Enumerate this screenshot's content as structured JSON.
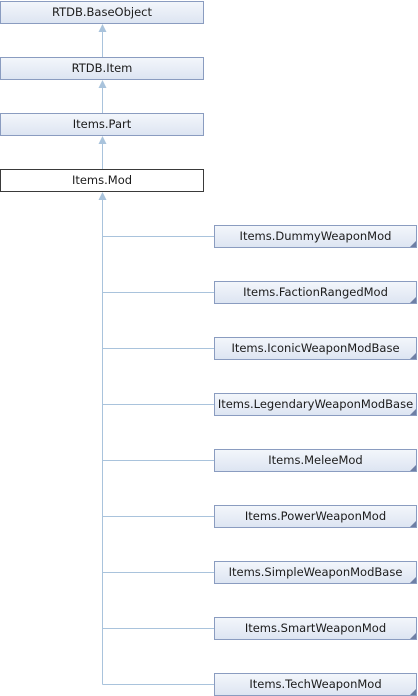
{
  "diagram": {
    "ancestors": [
      {
        "label": "RTDB.BaseObject"
      },
      {
        "label": "RTDB.Item"
      },
      {
        "label": "Items.Part"
      }
    ],
    "current": {
      "label": "Items.Mod"
    },
    "children": [
      {
        "label": "Items.DummyWeaponMod"
      },
      {
        "label": "Items.FactionRangedMod"
      },
      {
        "label": "Items.IconicWeaponModBase"
      },
      {
        "label": "Items.LegendaryWeaponModBase"
      },
      {
        "label": "Items.MeleeMod"
      },
      {
        "label": "Items.PowerWeaponMod"
      },
      {
        "label": "Items.SimpleWeaponModBase"
      },
      {
        "label": "Items.SmartWeaponMod"
      },
      {
        "label": "Items.TechWeaponMod"
      }
    ],
    "colors": {
      "edge": "#a9c3dc",
      "node_border": "#8a9cc0",
      "current_border": "#3a3a3a"
    }
  }
}
